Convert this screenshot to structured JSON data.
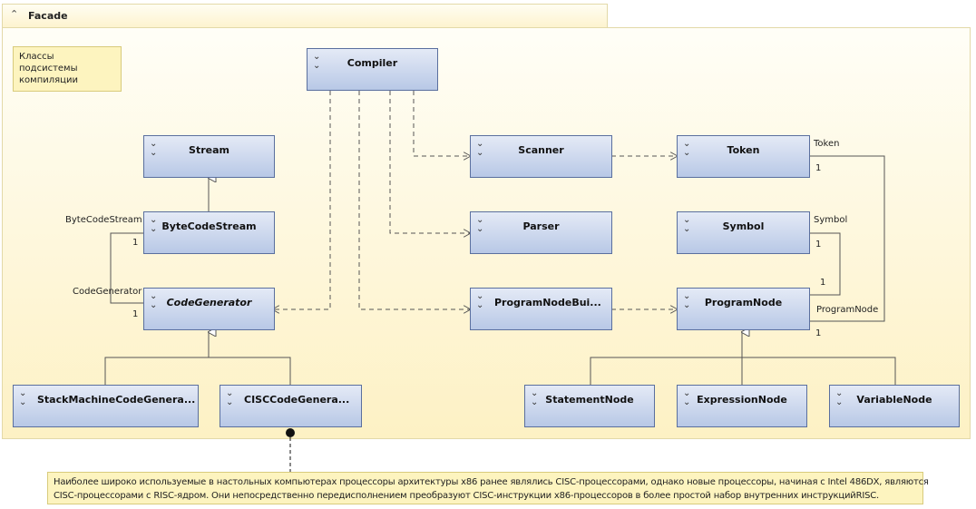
{
  "package": {
    "title": "Facade"
  },
  "note_top": {
    "lines": [
      "Классы",
      "подсистемы",
      "компиляции"
    ]
  },
  "note_bottom": {
    "line1": "Наиболее широко используемые в настольных компьютерах процессоры архитектуры x86 ранее являлись CISC-процессорами, однако новые процессоры, начиная с Intel 486DX, являются",
    "line2": "CISC-процессорами с RISC-ядром. Они непосредственно передисполнением преобразуют CISC-инструкции x86-процессоров в более простой набор внутренних инструкцийRISC."
  },
  "classes": {
    "compiler": "Compiler",
    "stream": "Stream",
    "bytecodestream": "ByteCodeStream",
    "codegenerator": "CodeGenerator",
    "stackmachine": "StackMachineCodeGenera...",
    "cisc": "CISCCodeGenera...",
    "scanner": "Scanner",
    "parser": "Parser",
    "programnodebuilder": "ProgramNodeBui...",
    "token": "Token",
    "symbol": "Symbol",
    "programnode": "ProgramNode",
    "statementnode": "StatementNode",
    "expressionnode": "ExpressionNode",
    "variablenode": "VariableNode"
  },
  "labels": {
    "bytecodestream_role": "ByteCodeStream",
    "bytecodestream_mult": "1",
    "codegenerator_role": "CodeGenerator",
    "codegenerator_mult": "1",
    "token_role": "Token",
    "token_mult": "1",
    "symbol_role": "Symbol",
    "symbol_mult": "1",
    "symbol_mult2": "1",
    "programnode_role": "ProgramNode",
    "programnode_mult": "1"
  },
  "colors": {
    "class_border": "#5a6f9e",
    "class_fill": "#b8c8e6",
    "package_fill": "#fdf1c4",
    "note_fill": "#fdf4bf",
    "line": "#555555"
  }
}
